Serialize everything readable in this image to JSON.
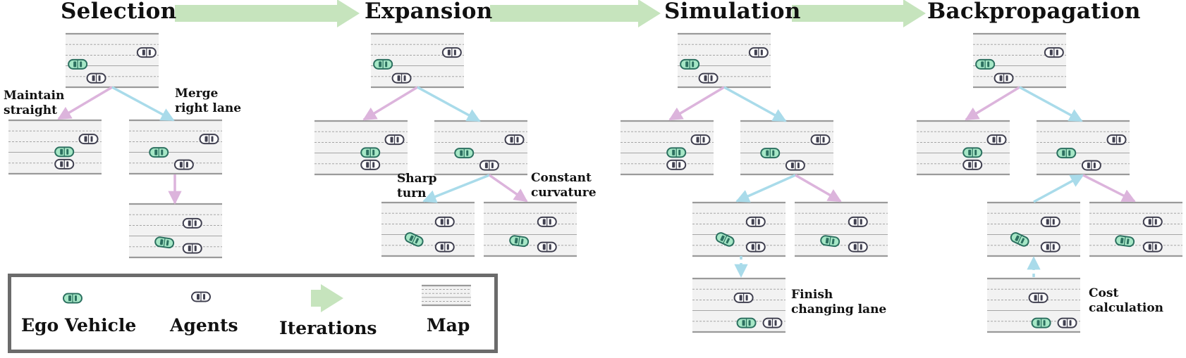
{
  "phases": {
    "selection": "Selection",
    "expansion": "Expansion",
    "simulation": "Simulation",
    "backpropagation": "Backpropagation"
  },
  "annotations": {
    "maintain_straight": [
      "Maintain",
      "straight"
    ],
    "merge_right_lane": [
      "Merge",
      "right lane"
    ],
    "sharp_turn": [
      "Sharp",
      "turn"
    ],
    "constant_curvature": [
      "Constant",
      "curvature"
    ],
    "finish_changing_lane": [
      "Finish",
      "changing lane"
    ],
    "cost_calculation": [
      "Cost",
      "calculation"
    ]
  },
  "legend": {
    "ego_vehicle": "Ego Vehicle",
    "agents": "Agents",
    "iterations": "Iterations",
    "map": "Map"
  },
  "colors": {
    "iteration_arrow": "#c6e4bd",
    "pink_edge": "#dcb4dc",
    "blue_edge": "#a9dbea",
    "ego_fill": "#a6e7c6",
    "ego_outline": "#2c7060",
    "agent_fill": "#ffffff",
    "agent_outline": "#404050",
    "road_fill": "#f2f2f2",
    "lane_line": "#9a9a9a",
    "legend_border": "#6b6b6b"
  }
}
